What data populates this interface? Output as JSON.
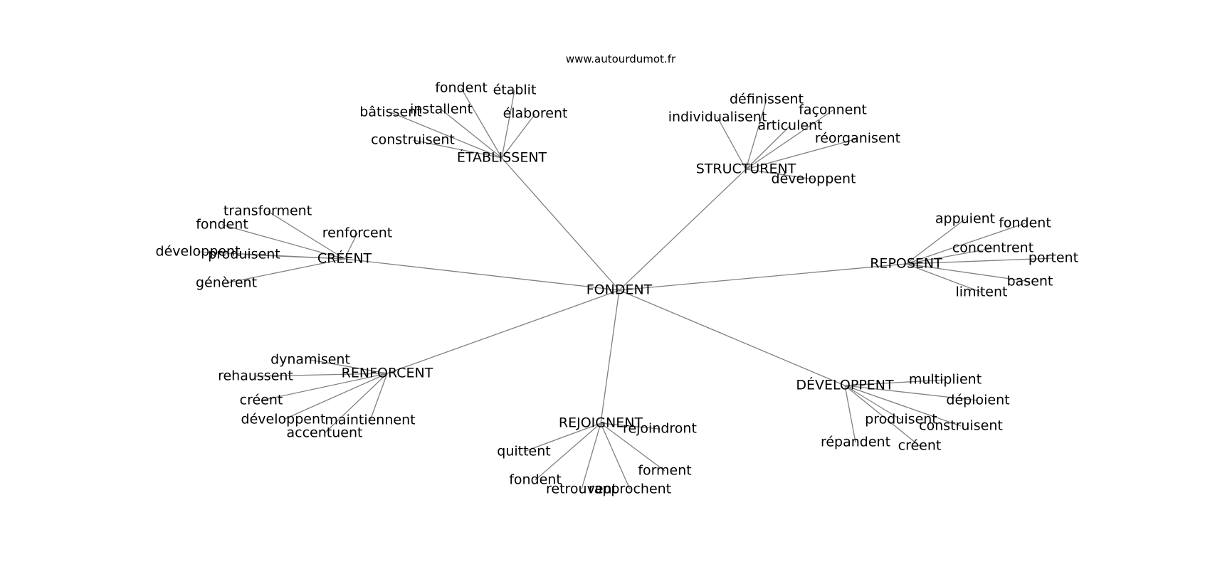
{
  "site": "www.autourdumot.fr",
  "center": "FONDENT",
  "groups": [
    {
      "label": "ÉTABLISSENT",
      "children": [
        "fondent",
        "établit",
        "installent",
        "bâtissent",
        "élaborent",
        "construisent"
      ]
    },
    {
      "label": "STRUCTURENT",
      "children": [
        "définissent",
        "individualisent",
        "façonnent",
        "articulent",
        "réorganisent",
        "développent"
      ]
    },
    {
      "label": "CRÉENT",
      "children": [
        "transforment",
        "fondent",
        "renforcent",
        "développent",
        "produisent",
        "génèrent"
      ]
    },
    {
      "label": "REPOSENT",
      "children": [
        "appuient",
        "fondent",
        "concentrent",
        "portent",
        "basent",
        "limitent"
      ]
    },
    {
      "label": "RENFORCENT",
      "children": [
        "dynamisent",
        "rehaussent",
        "créent",
        "développent",
        "maintiennent",
        "accentuent"
      ]
    },
    {
      "label": "REJOIGNENT",
      "children": [
        "rejoindront",
        "quittent",
        "forment",
        "fondent",
        "retrouvent",
        "rapprochent"
      ]
    },
    {
      "label": "DÉVELOPPENT",
      "children": [
        "multiplient",
        "déploient",
        "produisent",
        "construisent",
        "répandent",
        "créent"
      ]
    }
  ]
}
